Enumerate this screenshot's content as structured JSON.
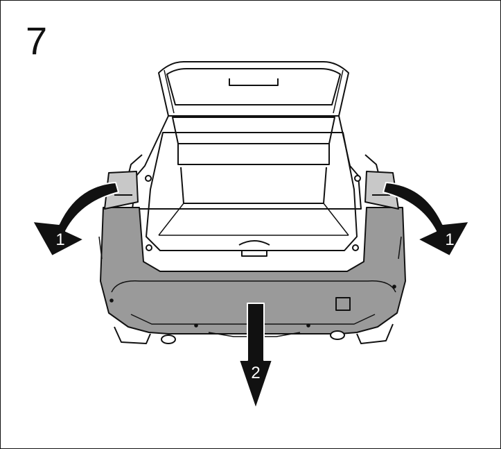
{
  "step": {
    "number": "7"
  },
  "arrows": {
    "left_label": "1",
    "right_label": "1",
    "down_label": "2"
  },
  "colors": {
    "line": "#111111",
    "bumper": "#9a9a9a",
    "bumper_dark": "#7a7a7a",
    "arrow": "#111111",
    "background": "#ffffff"
  }
}
